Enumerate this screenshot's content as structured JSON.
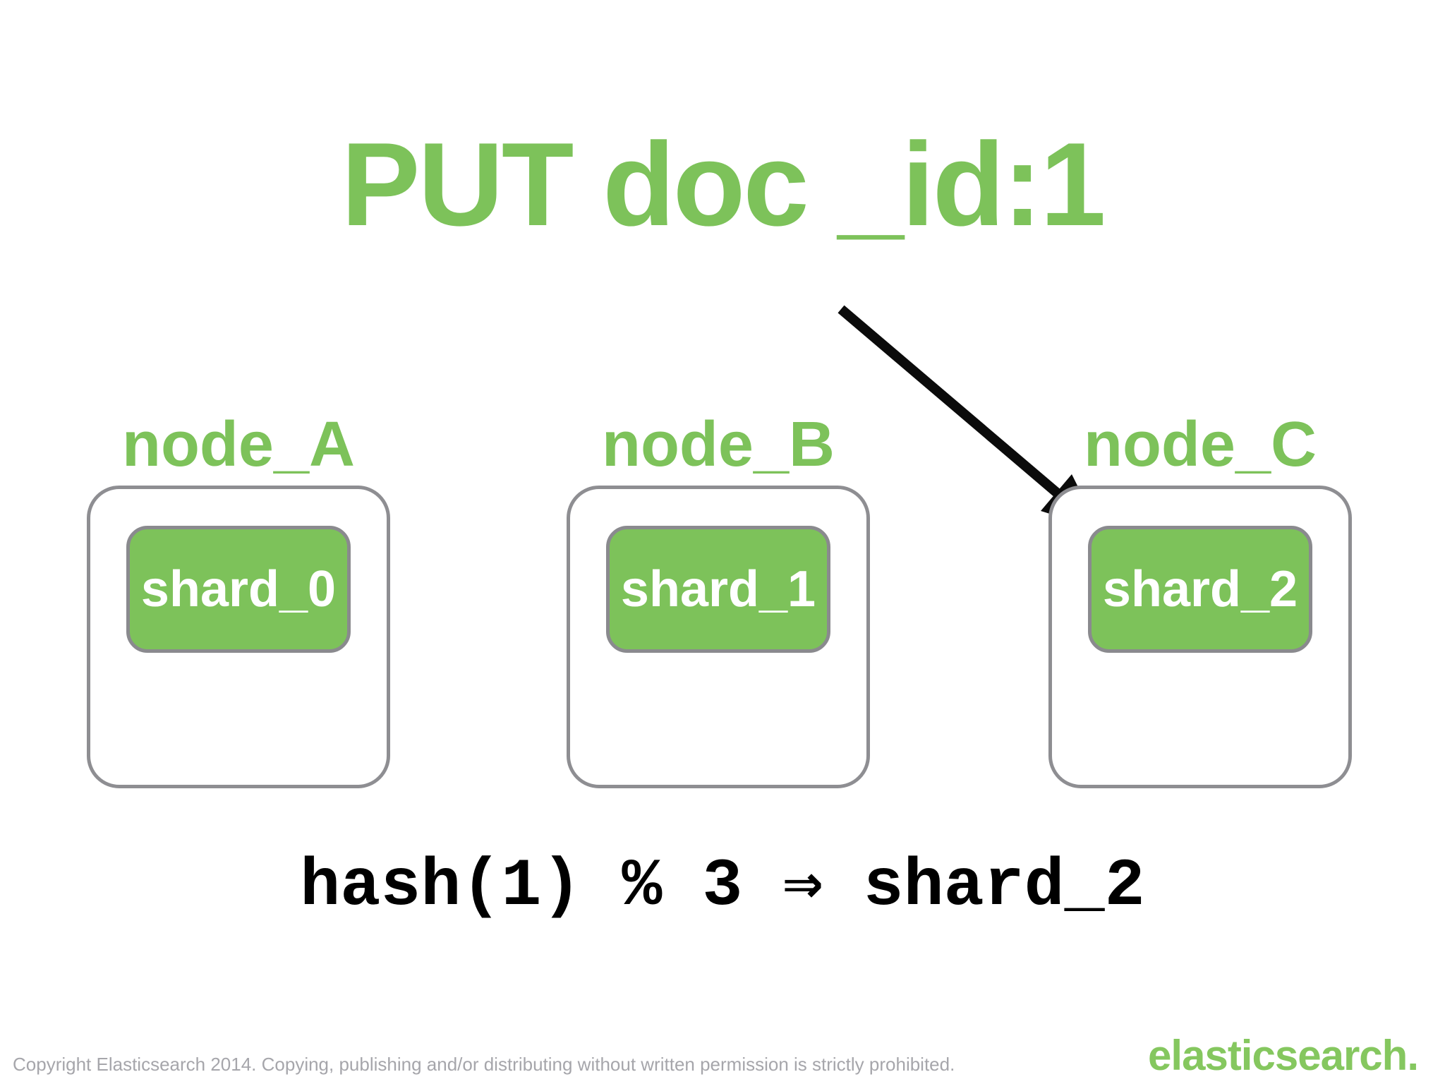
{
  "slide": {
    "title": "PUT doc _id:1",
    "nodes": [
      {
        "label": "node_A",
        "shard": "shard_0"
      },
      {
        "label": "node_B",
        "shard": "shard_1"
      },
      {
        "label": "node_C",
        "shard": "shard_2"
      }
    ],
    "formula": "hash(1) % 3 ⇒ shard_2",
    "footer": "Copyright Elasticsearch 2014. Copying, publishing and/or distributing without written permission is strictly prohibited.",
    "logo": "elasticsearch.",
    "colors": {
      "green": "#7DC25A",
      "box_border_gray": "#8E8E92",
      "arrow_black": "#0B0B0B",
      "footer_gray": "#A6A6AB"
    }
  }
}
